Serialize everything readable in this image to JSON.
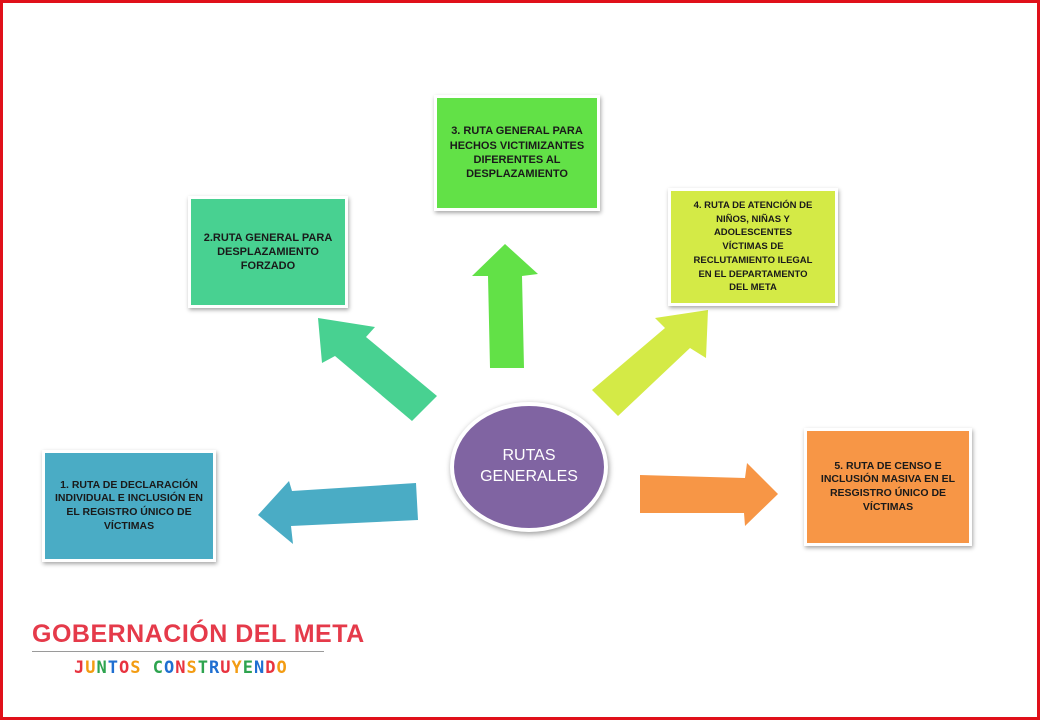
{
  "diagram": {
    "center": {
      "label": "RUTAS GENERALES",
      "color": "#8064a2"
    },
    "routes": [
      {
        "label": "1. RUTA DE DECLARACIÓN INDIVIDUAL E INCLUSIÓN EN EL REGISTRO ÚNICO DE VÍCTIMAS",
        "color": "#4aacc5"
      },
      {
        "label": "2.RUTA GENERAL PARA DESPLAZAMIENTO FORZADO",
        "color": "#48d191"
      },
      {
        "label": "3. RUTA GENERAL PARA HECHOS VICTIMIZANTES DIFERENTES AL DESPLAZAMIENTO",
        "color": "#62e147"
      },
      {
        "label": "4. RUTA DE ATENCIÓN DE NIÑOS, NIÑAS Y ADOLESCENTES VÍCTIMAS DE RECLUTAMIENTO ILEGAL EN EL DEPARTAMENTO DEL META",
        "color": "#d4ea46"
      },
      {
        "label": "5. RUTA DE CENSO E INCLUSIÓN MASIVA EN EL RESGISTRO ÚNICO DE VÍCTIMAS",
        "color": "#f79646"
      }
    ]
  },
  "logo": {
    "title": "GOBERNACIÓN DEL META",
    "subtitle": "JUNTOS CONSTRUYENDO"
  },
  "frame_color": "#e0101a"
}
